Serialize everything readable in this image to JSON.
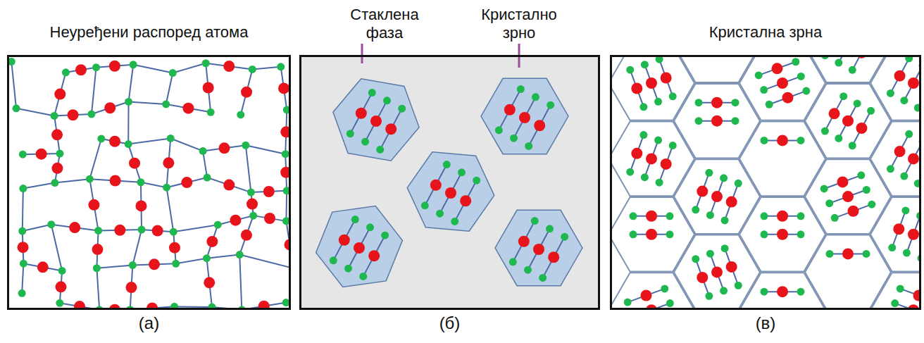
{
  "diagram": {
    "nodes": [
      {
        "text": [
          "Неуређени распоред атома",
          "(а)"
        ]
      },
      {
        "text": [
          "(б)"
        ]
      },
      {
        "text": [
          "Кристална зрна",
          "(в)"
        ]
      }
    ],
    "labels": [
      "Стаклена фаза",
      "Кристално зрно"
    ]
  }
}
